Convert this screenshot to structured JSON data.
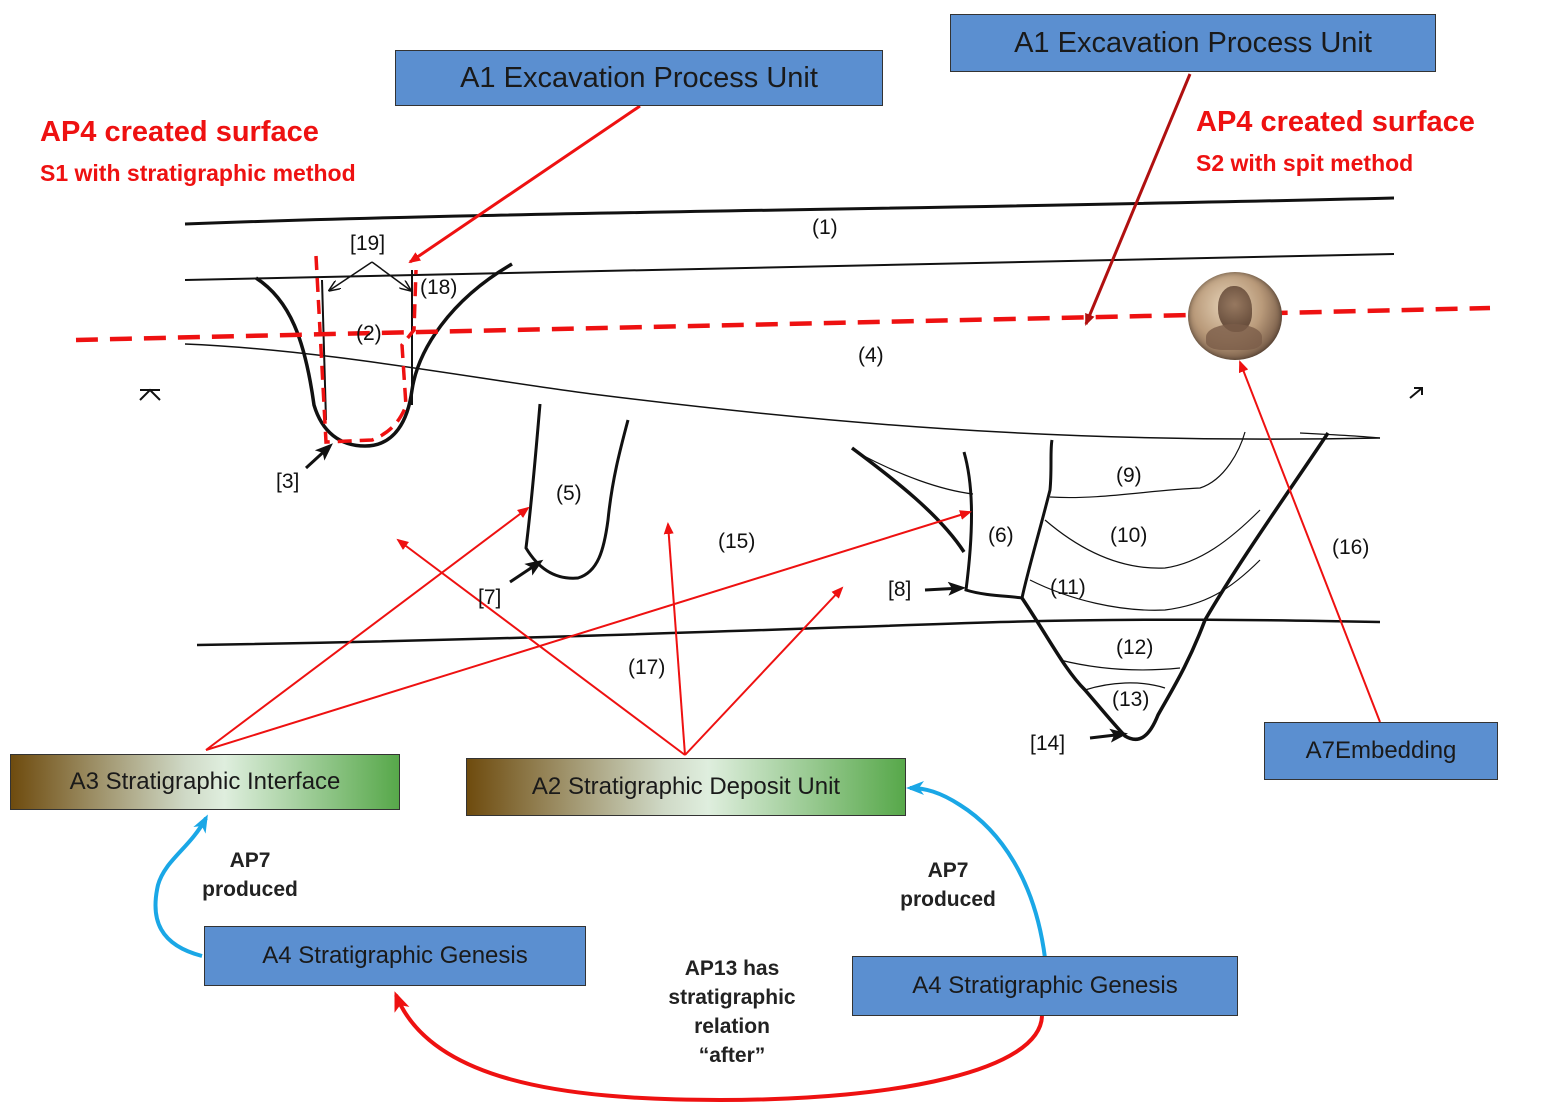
{
  "boxes": {
    "excavation_left": "A1 Excavation Process Unit",
    "excavation_right": "A1 Excavation Process Unit",
    "interface": "A3 Stratigraphic Interface",
    "deposit": "A2 Stratigraphic Deposit Unit",
    "embedding": "A7Embedding",
    "genesis_left": "A4 Stratigraphic Genesis",
    "genesis_right": "A4 Stratigraphic Genesis"
  },
  "surfaces": {
    "left_title": "AP4  created surface",
    "left_sub": "S1 with stratigraphic method",
    "right_title": "AP4 created surface",
    "right_sub": "S2 with spit method"
  },
  "relations": {
    "produced_left": [
      "AP7",
      "produced"
    ],
    "produced_right": [
      "AP7",
      "produced"
    ],
    "after": [
      "AP13  has",
      "stratigraphic",
      "relation",
      "“after”"
    ]
  },
  "units": {
    "u1": "(1)",
    "u2": "(2)",
    "u3": "[3]",
    "u4": "(4)",
    "u5": "(5)",
    "u6": "(6)",
    "u7": "[7]",
    "u8": "[8]",
    "u9": "(9)",
    "u10": "(10)",
    "u11": "(11)",
    "u12": "(12)",
    "u13": "(13)",
    "u14": "[14]",
    "u15": "(15)",
    "u16": "(16)",
    "u17": "(17)",
    "u18": "(18)",
    "u19": "[19]"
  },
  "colors": {
    "relation_red": "#ee1111",
    "produced_blue": "#1aa7e6",
    "box_blue": "#5b8fd0"
  },
  "icons": {
    "coin": "roman-coin-image"
  }
}
